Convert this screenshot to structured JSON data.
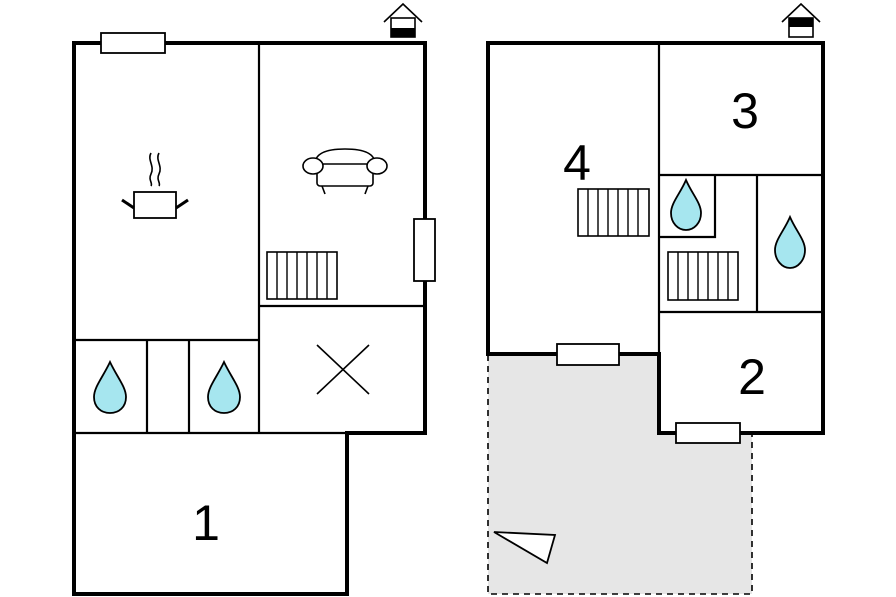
{
  "floor_plan": {
    "ground_floor": {
      "rooms": [
        {
          "label": "1",
          "type": "bedroom"
        }
      ],
      "icons": [
        "house-icon",
        "window-icon",
        "cooking-pot-icon",
        "sofa-icon",
        "stairs-icon",
        "water-drop-icon",
        "water-drop-icon",
        "storage-cross-icon"
      ]
    },
    "upper_floor": {
      "rooms": [
        {
          "label": "4",
          "type": "bedroom"
        },
        {
          "label": "3",
          "type": "bedroom"
        },
        {
          "label": "2",
          "type": "bedroom"
        }
      ],
      "icons": [
        "house-icon",
        "window-icon",
        "stairs-icon",
        "water-drop-icon",
        "water-drop-icon",
        "terrace-area",
        "compass-triangle-icon"
      ]
    },
    "colors": {
      "water": "#a6e6ef",
      "terrace": "#e6e6e6",
      "wall": "#000000"
    }
  }
}
